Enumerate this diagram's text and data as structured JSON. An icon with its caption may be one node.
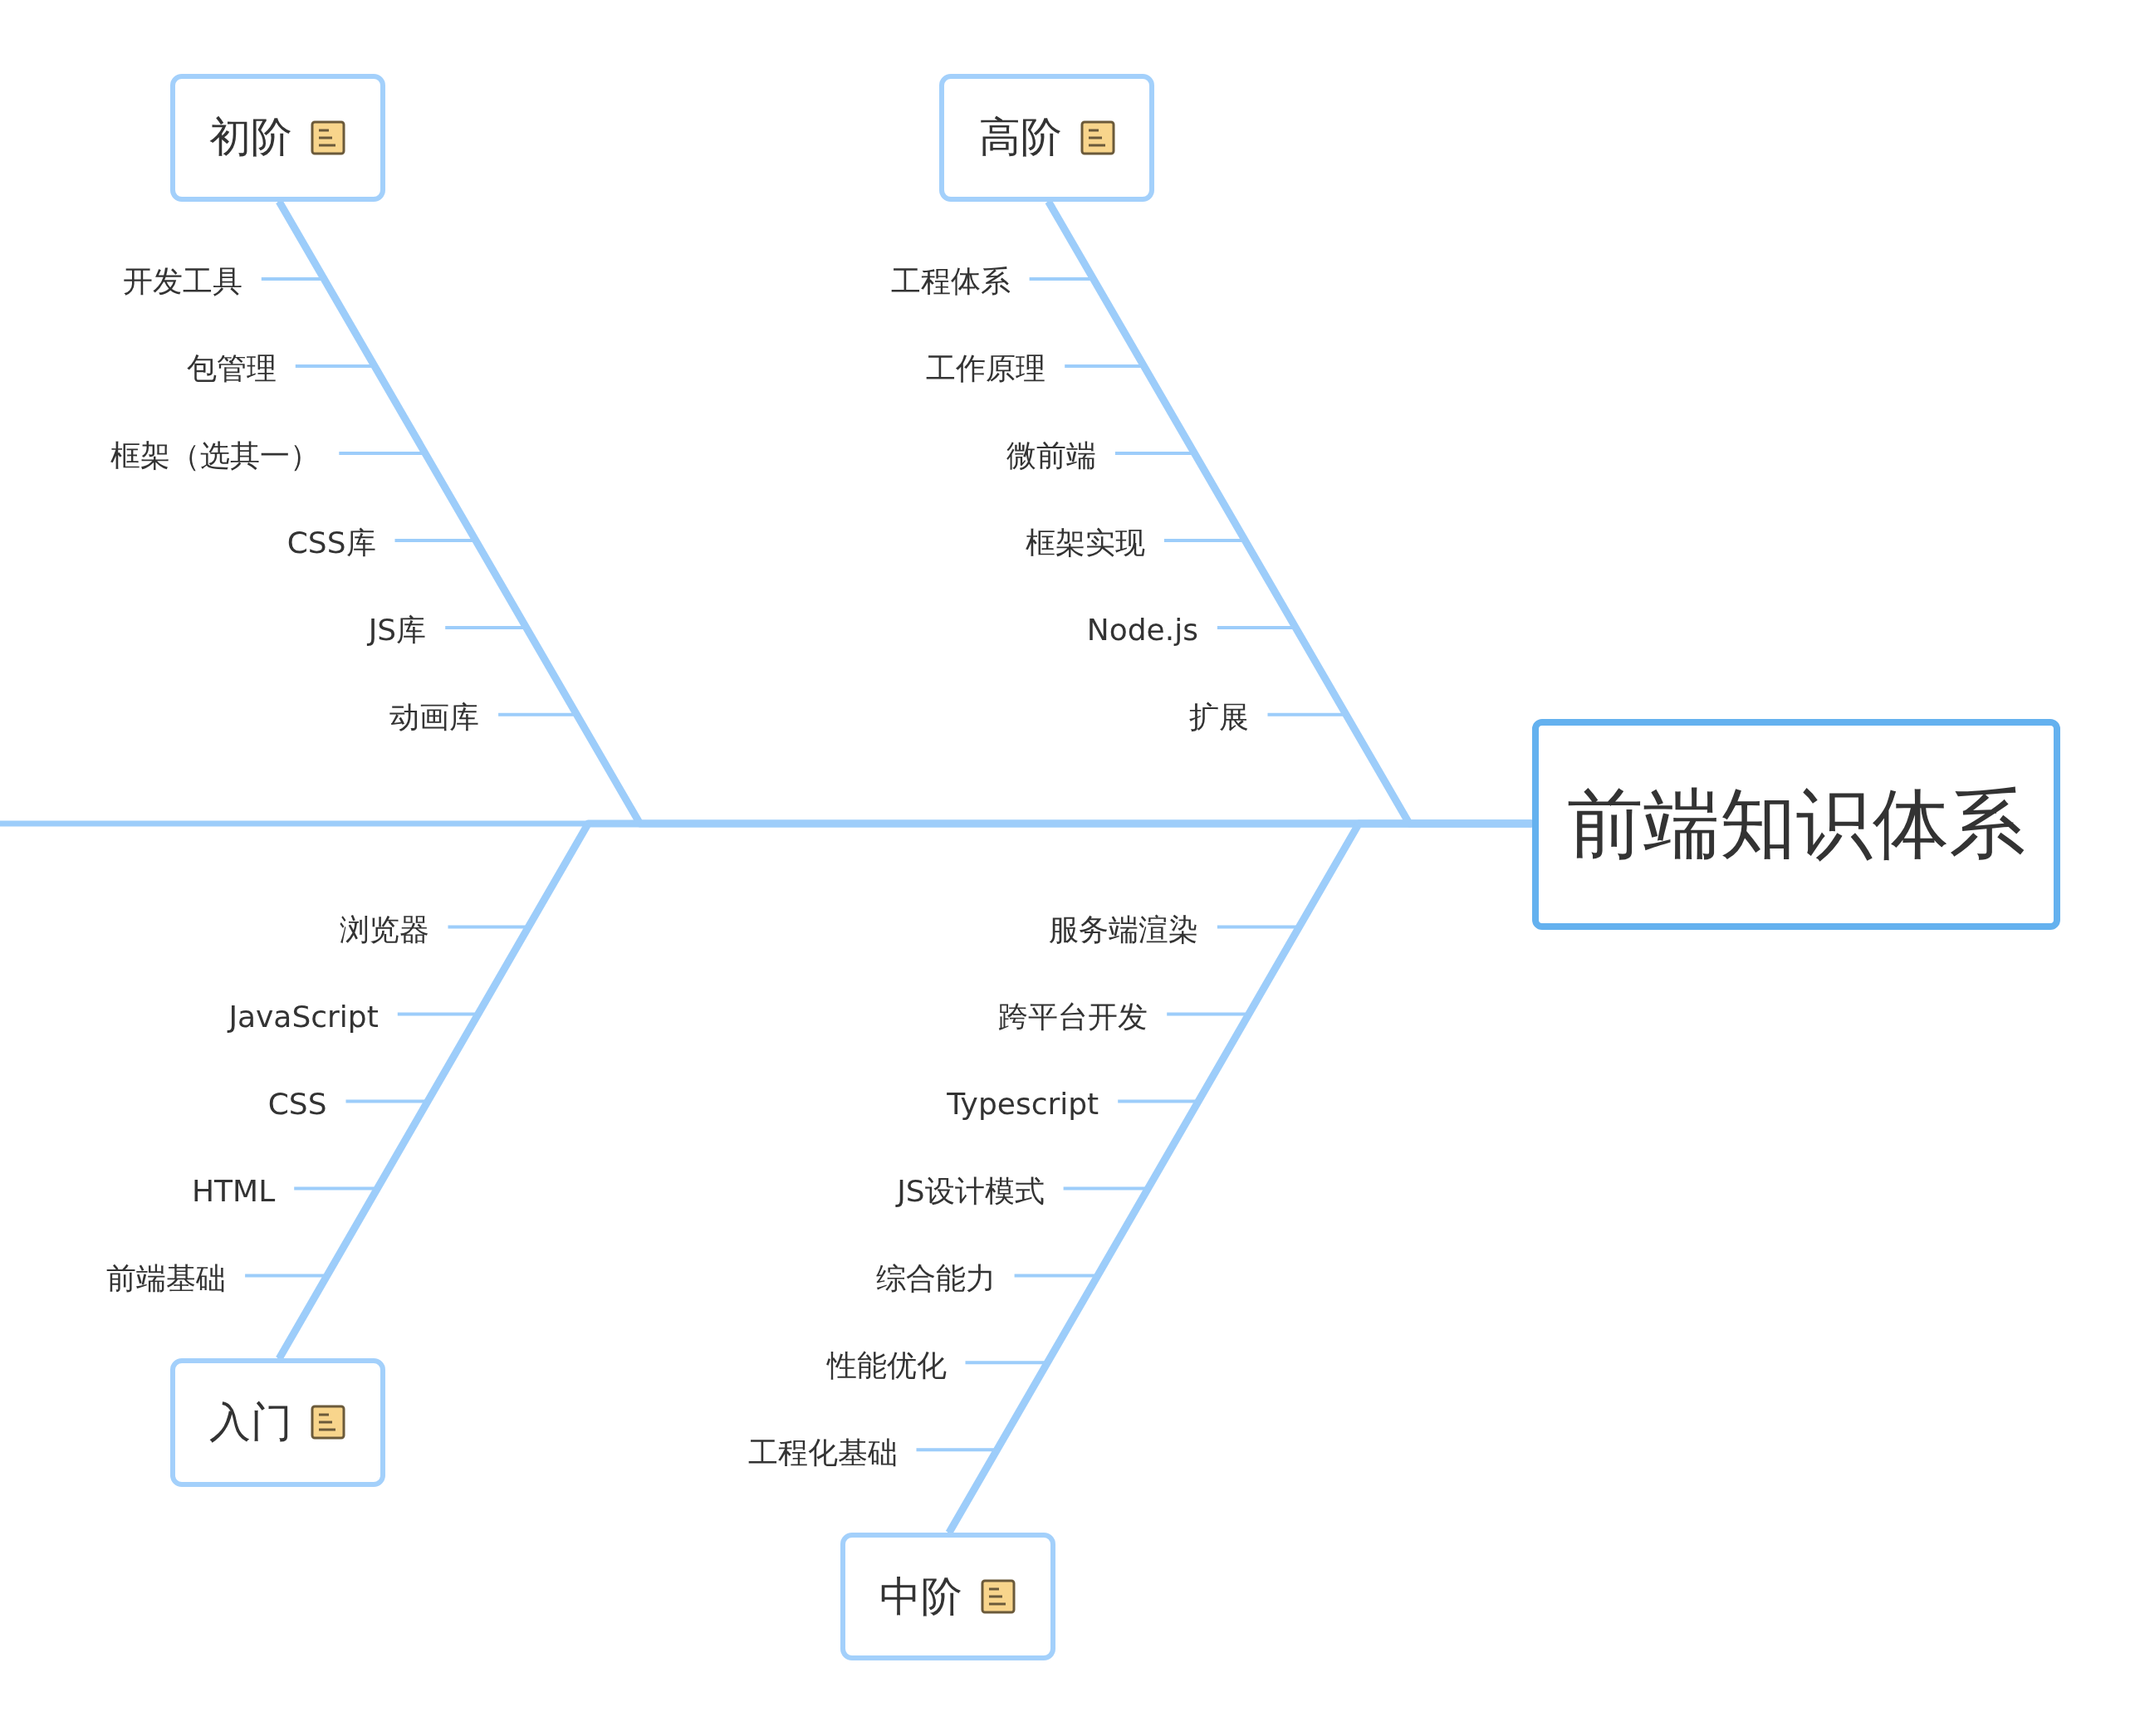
{
  "diagram": {
    "nodes": [
      {
        "text": [
          "前端知识体系"
        ]
      },
      {
        "text": [
          "初阶"
        ]
      },
      {
        "text": [
          "开发工具"
        ]
      },
      {
        "text": [
          "包管理"
        ]
      },
      {
        "text": [
          "框架（选其一）"
        ]
      },
      {
        "text": [
          "CSS库"
        ]
      },
      {
        "text": [
          "JS库"
        ]
      },
      {
        "text": [
          "动画库"
        ]
      },
      {
        "text": [
          "高阶"
        ]
      },
      {
        "text": [
          "工程体系"
        ]
      },
      {
        "text": [
          "工作原理"
        ]
      },
      {
        "text": [
          "微前端"
        ]
      },
      {
        "text": [
          "框架实现"
        ]
      },
      {
        "text": [
          "Node.js"
        ]
      },
      {
        "text": [
          "扩展"
        ]
      },
      {
        "text": [
          "入门"
        ]
      },
      {
        "text": [
          "浏览器"
        ]
      },
      {
        "text": [
          "JavaScript"
        ]
      },
      {
        "text": [
          "CSS"
        ]
      },
      {
        "text": [
          "HTML"
        ]
      },
      {
        "text": [
          "前端基础"
        ]
      },
      {
        "text": [
          "中阶"
        ]
      },
      {
        "text": [
          "服务端渲染"
        ]
      },
      {
        "text": [
          "跨平台开发"
        ]
      },
      {
        "text": [
          "Typescript"
        ]
      },
      {
        "text": [
          "JS设计模式"
        ]
      },
      {
        "text": [
          "综合能力"
        ]
      },
      {
        "text": [
          "性能优化"
        ]
      },
      {
        "text": [
          "工程化基础"
        ]
      }
    ],
    "edges": [
      {
        "from": 1,
        "to": 0,
        "arrow": "none",
        "style": "thick"
      },
      {
        "from": 8,
        "to": 0,
        "arrow": "none",
        "style": "thick"
      },
      {
        "from": 15,
        "to": 0,
        "arrow": "none",
        "style": "thick"
      },
      {
        "from": 21,
        "to": 0,
        "arrow": "none",
        "style": "thick"
      },
      {
        "from": 2,
        "to": 1,
        "arrow": "none"
      },
      {
        "from": 3,
        "to": 1,
        "arrow": "none"
      },
      {
        "from": 4,
        "to": 1,
        "arrow": "none"
      },
      {
        "from": 5,
        "to": 1,
        "arrow": "none"
      },
      {
        "from": 6,
        "to": 1,
        "arrow": "none"
      },
      {
        "from": 7,
        "to": 1,
        "arrow": "none"
      },
      {
        "from": 9,
        "to": 8,
        "arrow": "none"
      },
      {
        "from": 10,
        "to": 8,
        "arrow": "none"
      },
      {
        "from": 11,
        "to": 8,
        "arrow": "none"
      },
      {
        "from": 12,
        "to": 8,
        "arrow": "none"
      },
      {
        "from": 13,
        "to": 8,
        "arrow": "none"
      },
      {
        "from": 14,
        "to": 8,
        "arrow": "none"
      },
      {
        "from": 16,
        "to": 15,
        "arrow": "none"
      },
      {
        "from": 17,
        "to": 15,
        "arrow": "none"
      },
      {
        "from": 18,
        "to": 15,
        "arrow": "none"
      },
      {
        "from": 19,
        "to": 15,
        "arrow": "none"
      },
      {
        "from": 20,
        "to": 15,
        "arrow": "none"
      },
      {
        "from": 22,
        "to": 21,
        "arrow": "none"
      },
      {
        "from": 23,
        "to": 21,
        "arrow": "none"
      },
      {
        "from": 24,
        "to": 21,
        "arrow": "none"
      },
      {
        "from": 25,
        "to": 21,
        "arrow": "none"
      },
      {
        "from": 26,
        "to": 21,
        "arrow": "none"
      },
      {
        "from": 27,
        "to": 21,
        "arrow": "none"
      },
      {
        "from": 28,
        "to": 21,
        "arrow": "none"
      }
    ]
  }
}
